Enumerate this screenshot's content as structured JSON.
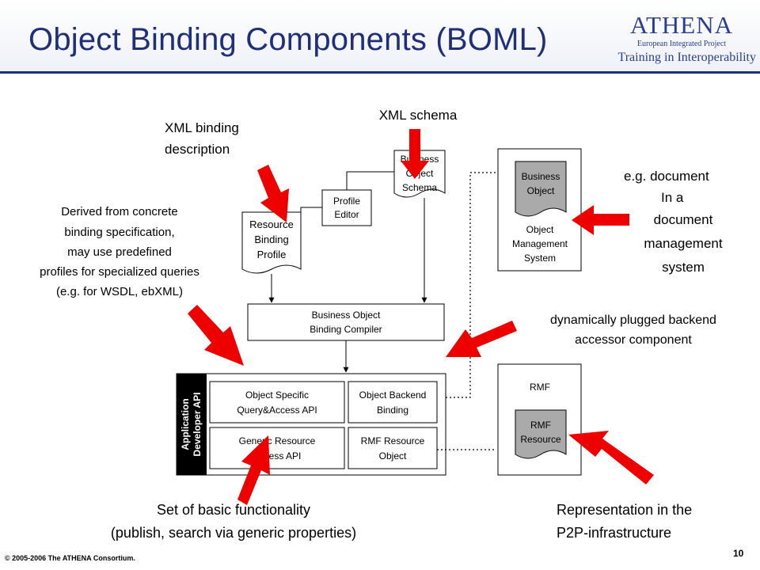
{
  "slide": {
    "title": "Object Binding Components (BOML)",
    "logo": {
      "name": "ATHENA",
      "subtitle": "European Integrated Project",
      "tagline": "Training in Interoperability"
    },
    "footer": "© 2005-2006 The ATHENA Consortium.",
    "page_number": "10"
  },
  "callouts": {
    "xml_schema": "XML schema",
    "xml_binding": [
      "XML binding",
      "description"
    ],
    "derived": [
      "Derived from concrete",
      "binding specification,",
      "may use predefined",
      "profiles for specialized queries",
      "(e.g. for WSDL, ebXML)"
    ],
    "doc_mgmt": [
      "e.g. document",
      "In a",
      "document",
      "management",
      "system"
    ],
    "dynamic": [
      "dynamically plugged backend",
      "accessor component"
    ],
    "basic": [
      "Set of basic functionality",
      "(publish, search via generic properties)"
    ],
    "representation": [
      "Representation in the",
      "P2P-infrastructure"
    ]
  },
  "diagram": {
    "business_object_schema": [
      "Business",
      "Object",
      "Schema"
    ],
    "profile_editor": [
      "Profile",
      "Editor"
    ],
    "resource_binding_profile": [
      "Resource",
      "Binding",
      "Profile"
    ],
    "compiler": [
      "Business Object",
      "Binding Compiler"
    ],
    "api_sidebar": [
      "Application",
      "Developer API"
    ],
    "object_specific": [
      "Object Specific",
      "Query&Access API"
    ],
    "object_backend": [
      "Object Backend",
      "Binding"
    ],
    "generic_resource": [
      "Generic Resource",
      "Access API"
    ],
    "rmf_resource_object": [
      "RMF Resource",
      "Object"
    ],
    "oms_business_object": [
      "Business",
      "Object"
    ],
    "oms_label": [
      "Object",
      "Management",
      "System"
    ],
    "rmf_title": "RMF",
    "rmf_resource": [
      "RMF",
      "Resource"
    ]
  },
  "colors": {
    "title": "#1f2f7a",
    "arrow": "#ee0000",
    "doc_fill": "#aaaaaa",
    "sidebar": "#000000"
  }
}
